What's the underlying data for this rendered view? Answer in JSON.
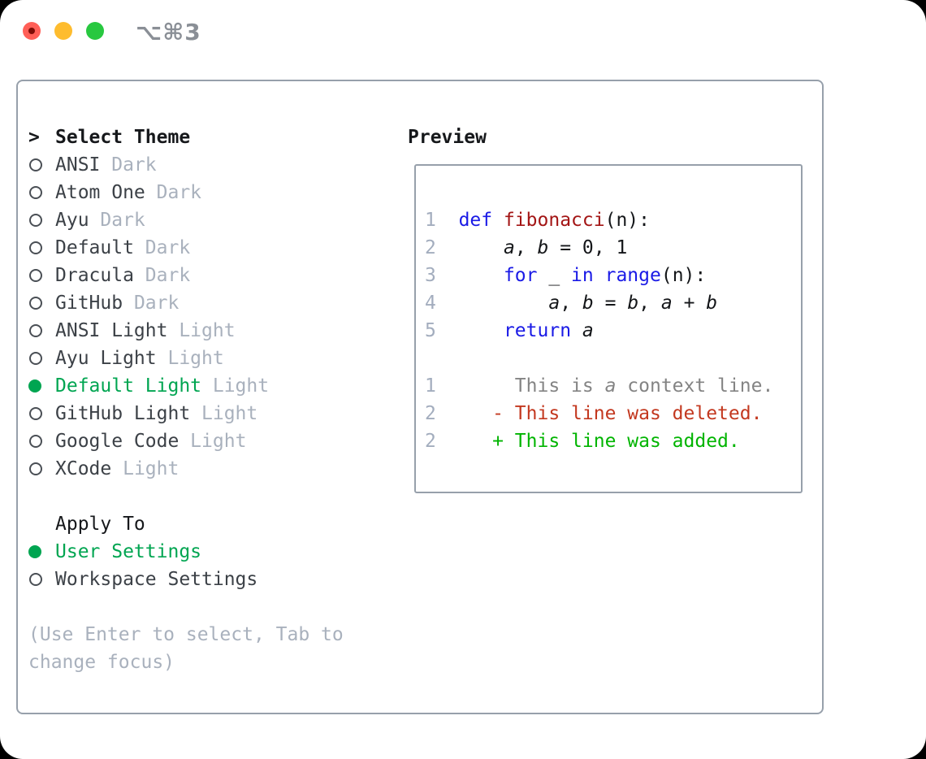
{
  "titlebar": {
    "shortcut": "⌥⌘3",
    "traffic_lights": [
      "close",
      "minimize",
      "zoom"
    ]
  },
  "theme_panel": {
    "prompt": ">",
    "title": "Select Theme",
    "items": [
      {
        "name": "ANSI",
        "tag": "Dark",
        "selected": false
      },
      {
        "name": "Atom One",
        "tag": "Dark",
        "selected": false
      },
      {
        "name": "Ayu",
        "tag": "Dark",
        "selected": false
      },
      {
        "name": "Default",
        "tag": "Dark",
        "selected": false
      },
      {
        "name": "Dracula",
        "tag": "Dark",
        "selected": false
      },
      {
        "name": "GitHub",
        "tag": "Dark",
        "selected": false
      },
      {
        "name": "ANSI Light",
        "tag": "Light",
        "selected": false
      },
      {
        "name": "Ayu Light",
        "tag": "Light",
        "selected": false
      },
      {
        "name": "Default Light",
        "tag": "Light",
        "selected": true
      },
      {
        "name": "GitHub Light",
        "tag": "Light",
        "selected": false
      },
      {
        "name": "Google Code",
        "tag": "Light",
        "selected": false
      },
      {
        "name": "XCode",
        "tag": "Light",
        "selected": false
      }
    ],
    "apply_to": {
      "title": "Apply To",
      "options": [
        {
          "name": "User Settings",
          "selected": true
        },
        {
          "name": "Workspace Settings",
          "selected": false
        }
      ]
    },
    "hint_lines": [
      "(Use Enter to select, Tab to",
      "change focus)"
    ]
  },
  "preview": {
    "title": "Preview",
    "code_lines": [
      [
        {
          "c": "num",
          "t": "1"
        },
        {
          "c": "pl",
          "t": "  "
        },
        {
          "c": "kw",
          "t": "def"
        },
        {
          "c": "pl",
          "t": " "
        },
        {
          "c": "fn",
          "t": "fibonacci"
        },
        {
          "c": "pl",
          "t": "(n):"
        }
      ],
      [
        {
          "c": "num",
          "t": "2"
        },
        {
          "c": "pl",
          "t": "      "
        },
        {
          "c": "id",
          "t": "a"
        },
        {
          "c": "pl",
          "t": ", "
        },
        {
          "c": "id",
          "t": "b"
        },
        {
          "c": "pl",
          "t": " = 0, 1"
        }
      ],
      [
        {
          "c": "num",
          "t": "3"
        },
        {
          "c": "pl",
          "t": "      "
        },
        {
          "c": "kw",
          "t": "for"
        },
        {
          "c": "pl",
          "t": " _ "
        },
        {
          "c": "kw",
          "t": "in"
        },
        {
          "c": "pl",
          "t": " "
        },
        {
          "c": "kw",
          "t": "range"
        },
        {
          "c": "pl",
          "t": "(n):"
        }
      ],
      [
        {
          "c": "num",
          "t": "4"
        },
        {
          "c": "pl",
          "t": "          "
        },
        {
          "c": "id",
          "t": "a"
        },
        {
          "c": "pl",
          "t": ", "
        },
        {
          "c": "id",
          "t": "b"
        },
        {
          "c": "pl",
          "t": " = "
        },
        {
          "c": "id",
          "t": "b"
        },
        {
          "c": "pl",
          "t": ", "
        },
        {
          "c": "id",
          "t": "a"
        },
        {
          "c": "pl",
          "t": " + "
        },
        {
          "c": "id",
          "t": "b"
        }
      ],
      [
        {
          "c": "num",
          "t": "5"
        },
        {
          "c": "pl",
          "t": "      "
        },
        {
          "c": "kw",
          "t": "return"
        },
        {
          "c": "pl",
          "t": " "
        },
        {
          "c": "id",
          "t": "a"
        }
      ],
      [],
      [
        {
          "c": "num",
          "t": "1"
        },
        {
          "c": "ctx",
          "t": "       This is "
        },
        {
          "c": "ctxid",
          "t": "a"
        },
        {
          "c": "ctx",
          "t": " context line."
        }
      ],
      [
        {
          "c": "num",
          "t": "2"
        },
        {
          "c": "pl",
          "t": "     "
        },
        {
          "c": "del",
          "t": "- This line was deleted."
        }
      ],
      [
        {
          "c": "num",
          "t": "2"
        },
        {
          "c": "pl",
          "t": "     "
        },
        {
          "c": "add",
          "t": "+ This line was added."
        }
      ]
    ]
  },
  "colors": {
    "frame": "#97a0ab",
    "ink": "#16181b",
    "item_ink": "#3c4147",
    "muted": "#a9b1bd",
    "green": "#00a551",
    "radio_ring": "#4a4f55",
    "code_ink": "#141619",
    "line_number": "#a3adbe",
    "keyword_blue": "#1a1ae6",
    "function_red": "#a31515",
    "context_gray": "#848484",
    "deleted_red": "#c3381f",
    "added_green": "#00b400",
    "shortcut_gray": "#8a8f96",
    "traffic_red": "#ff5f57",
    "traffic_red_dot": "#7e0d06",
    "traffic_yellow": "#febc2e",
    "traffic_green": "#28c840"
  }
}
